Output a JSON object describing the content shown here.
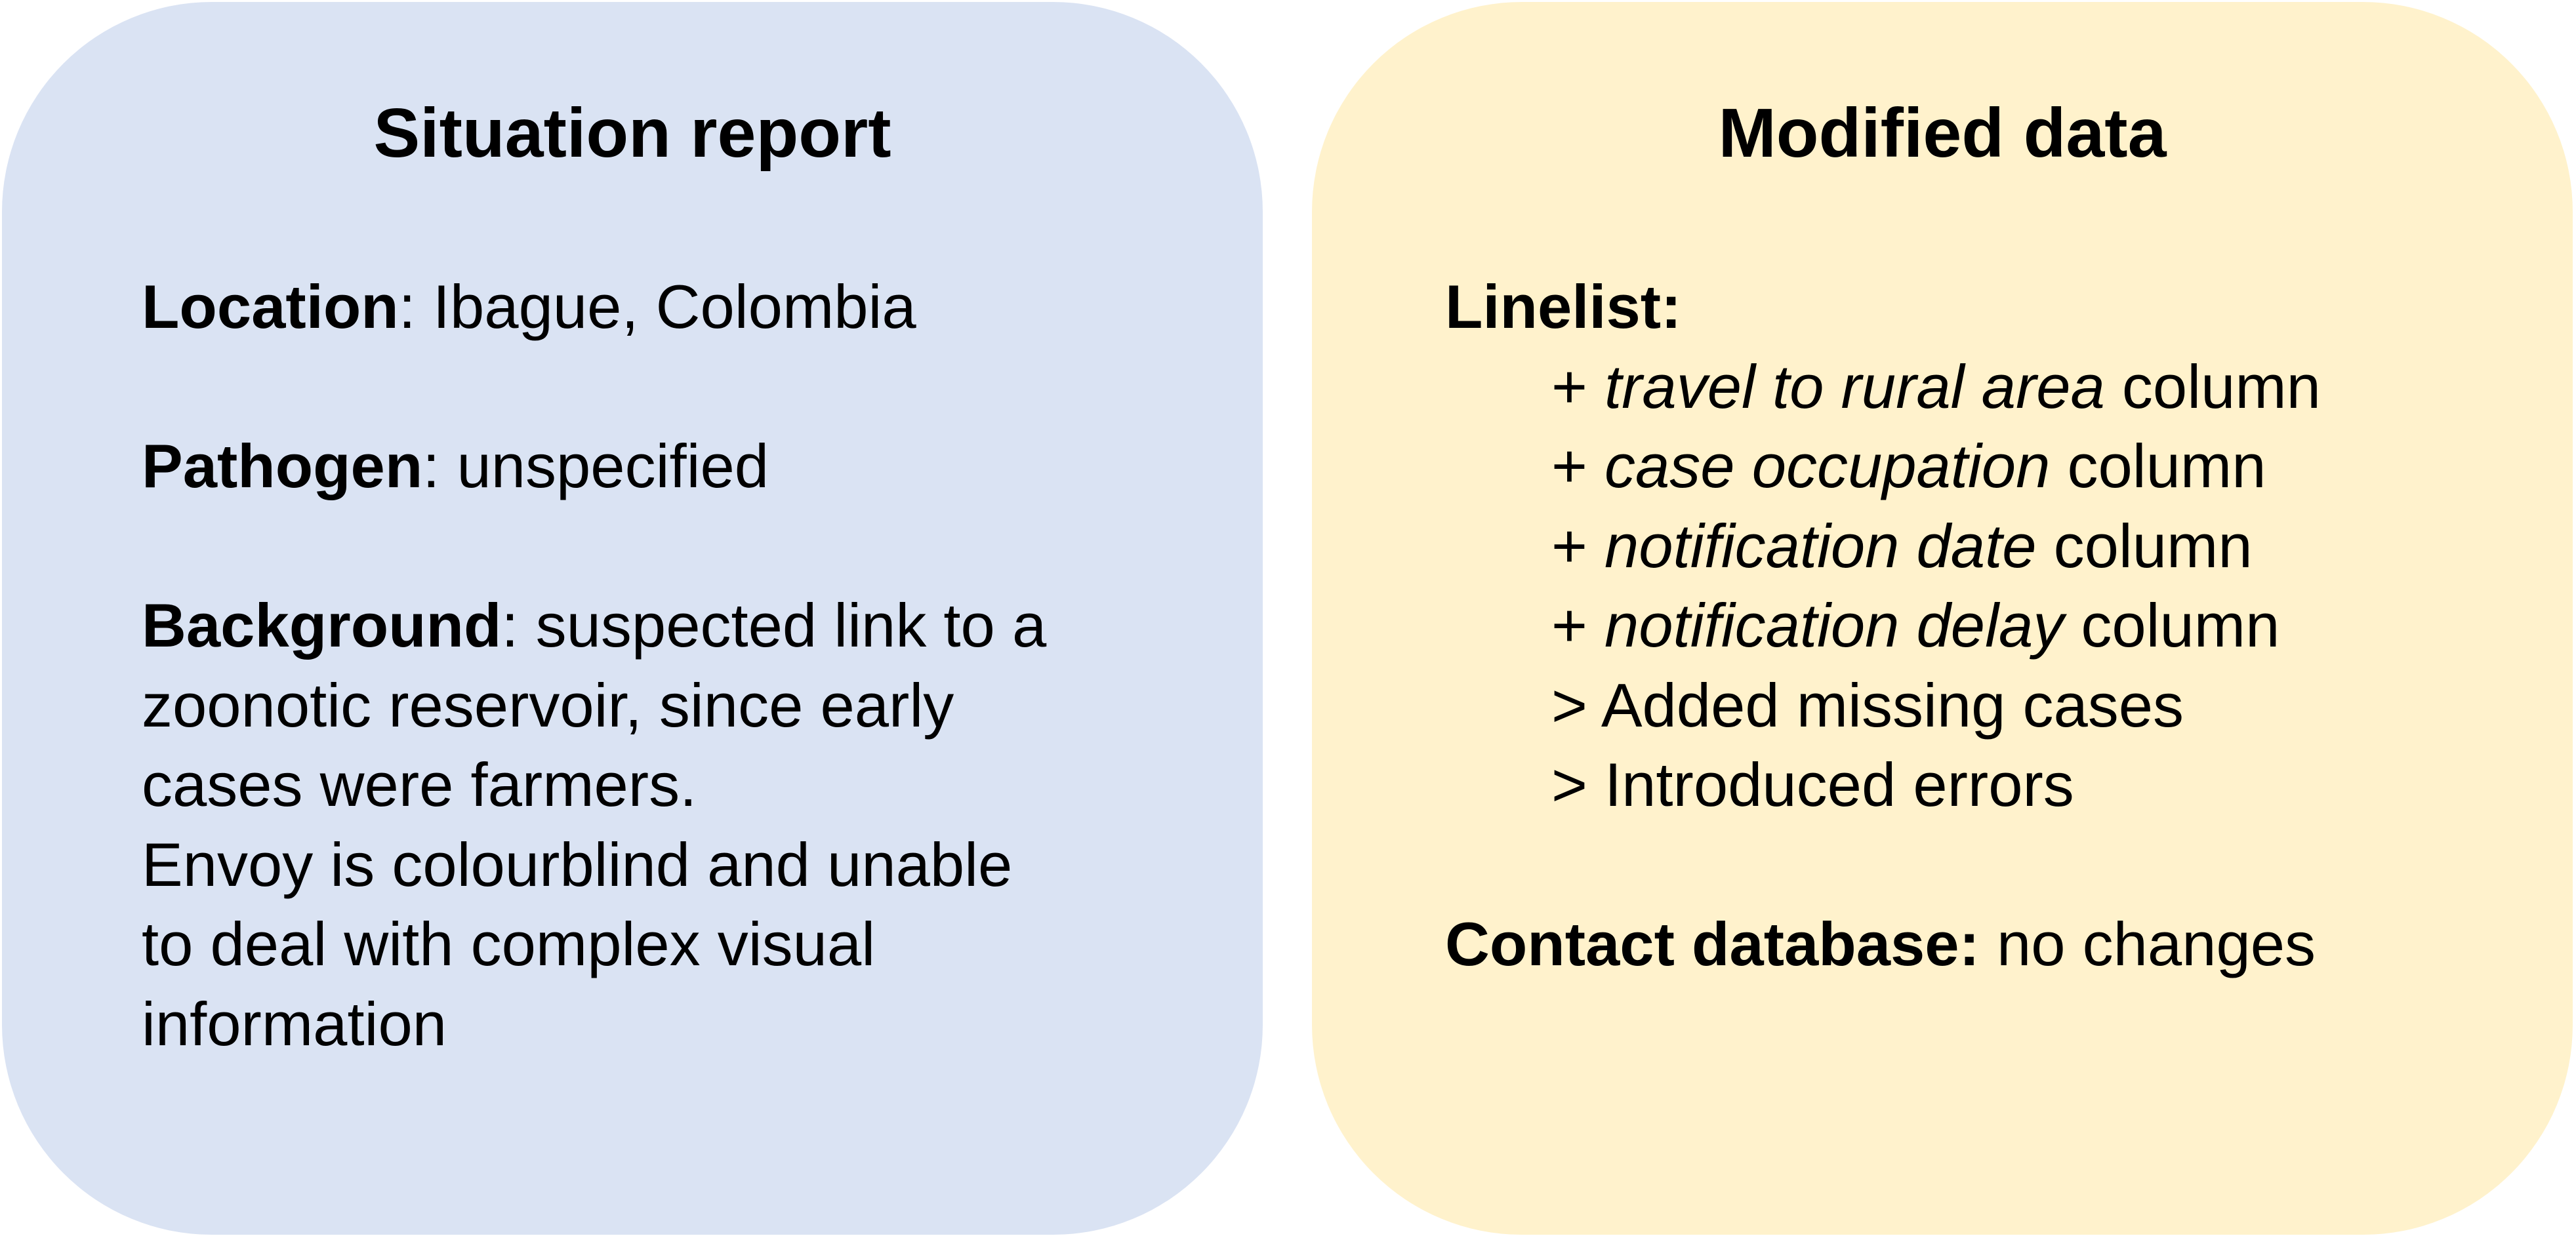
{
  "situation_report": {
    "title": "Situation report",
    "location": {
      "label": "Location",
      "separator": ":",
      "value": " Ibague, Colombia"
    },
    "pathogen": {
      "label": "Pathogen",
      "separator": ":",
      "value": " unspecified"
    },
    "background": {
      "label": "Background",
      "separator": ":",
      "lines": [
        " suspected link to a",
        "zoonotic reservoir, since early",
        "cases were farmers.",
        "Envoy is colourblind and unable",
        "to deal with complex visual",
        "information"
      ]
    }
  },
  "modified_data": {
    "title": "Modified data",
    "linelist": {
      "label": "Linelist:",
      "added_columns": [
        {
          "prefix": "+ ",
          "name": "travel to rural area",
          "suffix": " column"
        },
        {
          "prefix": "+ ",
          "name": "case occupation",
          "suffix": " column"
        },
        {
          "prefix": "+ ",
          "name": "notification date",
          "suffix": " column"
        },
        {
          "prefix": "+ ",
          "name": "notification delay",
          "suffix": " column"
        }
      ],
      "other_changes": [
        "> Added missing cases",
        "> Introduced errors"
      ]
    },
    "contact_database": {
      "label": "Contact database:",
      "value": " no changes"
    }
  }
}
